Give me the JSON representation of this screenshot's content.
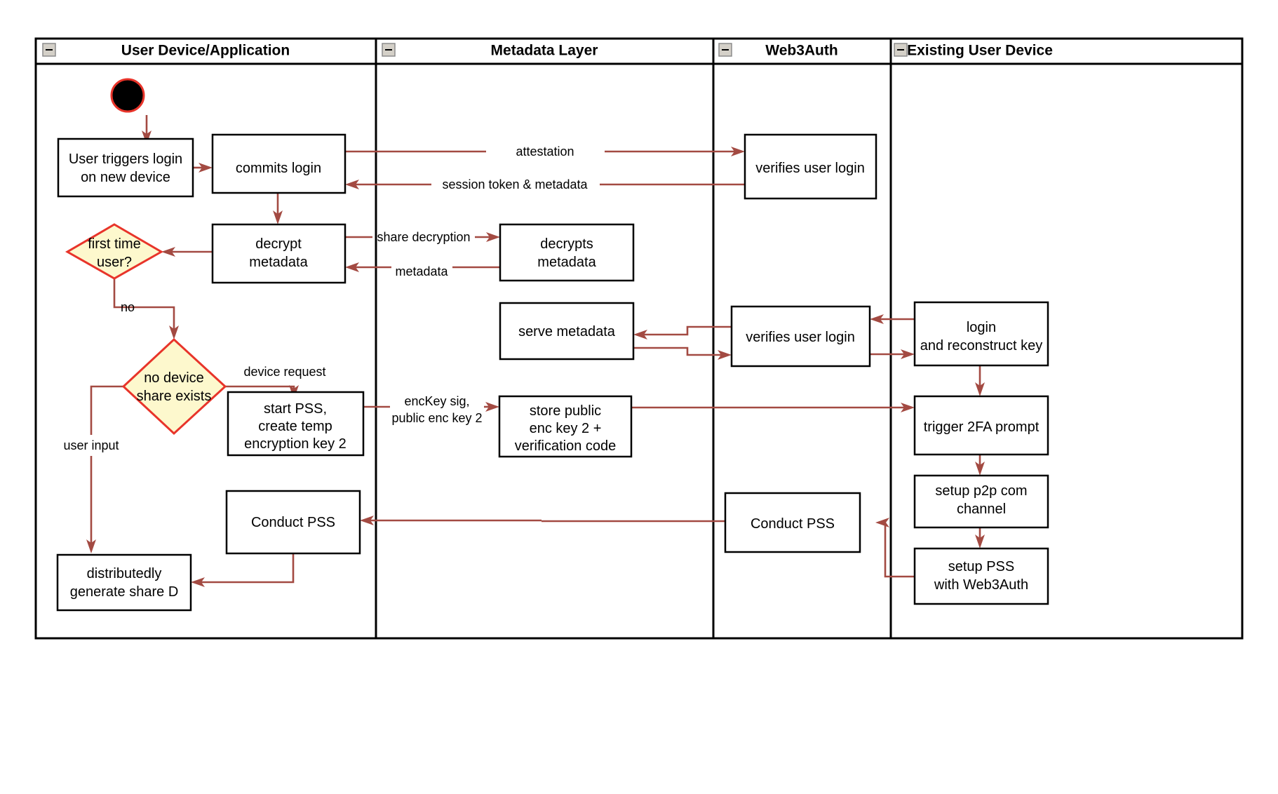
{
  "diagram": {
    "type": "uml-activity-swimlane",
    "title": "Web3Auth new-device login and share regeneration flow",
    "colors": {
      "edge": "#a34a42",
      "decision_fill": "#fdf8cd",
      "decision_stroke": "#e8342a",
      "node_stroke": "#000000",
      "node_fill": "#ffffff",
      "start_node_fill": "#000000",
      "start_node_stroke": "#e8342a",
      "lane_stroke": "#000000",
      "collapse_icon_fill": "#d4d0c8"
    },
    "lanes": [
      {
        "id": "lane-user-device",
        "label": "User Device/Application",
        "collapse_icon": "collapse-minus-icon"
      },
      {
        "id": "lane-metadata",
        "label": "Metadata Layer",
        "collapse_icon": "collapse-minus-icon"
      },
      {
        "id": "lane-web3auth",
        "label": "Web3Auth",
        "collapse_icon": "collapse-minus-icon"
      },
      {
        "id": "lane-existing-device",
        "label": "Existing User Device",
        "collapse_icon": "collapse-minus-icon"
      }
    ],
    "nodes": [
      {
        "id": "start",
        "shape": "initial-node",
        "lane": "lane-user-device",
        "label": ""
      },
      {
        "id": "user-triggers-login",
        "shape": "action",
        "lane": "lane-user-device",
        "lines": [
          "User triggers login",
          "on new device"
        ]
      },
      {
        "id": "commits-login",
        "shape": "action",
        "lane": "lane-user-device",
        "lines": [
          "commits login"
        ]
      },
      {
        "id": "decrypt-metadata",
        "shape": "action",
        "lane": "lane-user-device",
        "lines": [
          "decrypt",
          "metadata"
        ]
      },
      {
        "id": "first-time-user",
        "shape": "decision",
        "lane": "lane-user-device",
        "lines": [
          "first time",
          "user?"
        ]
      },
      {
        "id": "no-device-share-exists",
        "shape": "decision",
        "lane": "lane-user-device",
        "lines": [
          "no device",
          "share exists"
        ]
      },
      {
        "id": "start-pss-create-temp-key",
        "shape": "action",
        "lane": "lane-user-device",
        "lines": [
          "start PSS,",
          "create temp",
          "encryption key 2"
        ]
      },
      {
        "id": "conduct-pss-user",
        "shape": "action",
        "lane": "lane-user-device",
        "lines": [
          "Conduct PSS"
        ]
      },
      {
        "id": "distributedly-generate-share-d",
        "shape": "action",
        "lane": "lane-user-device",
        "lines": [
          "distributedly",
          "generate share D"
        ]
      },
      {
        "id": "decrypts-metadata",
        "shape": "action",
        "lane": "lane-metadata",
        "lines": [
          "decrypts",
          "metadata"
        ]
      },
      {
        "id": "serve-metadata",
        "shape": "action",
        "lane": "lane-metadata",
        "lines": [
          "serve metadata"
        ]
      },
      {
        "id": "store-public-enc-key-2",
        "shape": "action",
        "lane": "lane-metadata",
        "lines": [
          "store public",
          "enc key 2 +",
          "verification code"
        ]
      },
      {
        "id": "verifies-user-login-top",
        "shape": "action",
        "lane": "lane-web3auth",
        "lines": [
          "verifies user login"
        ]
      },
      {
        "id": "verifies-user-login-mid",
        "shape": "action",
        "lane": "lane-web3auth",
        "lines": [
          "verifies user login"
        ]
      },
      {
        "id": "conduct-pss-web3auth",
        "shape": "action",
        "lane": "lane-web3auth",
        "lines": [
          "Conduct PSS"
        ]
      },
      {
        "id": "login-and-reconstruct-key",
        "shape": "action",
        "lane": "lane-existing-device",
        "lines": [
          "login",
          "and reconstruct key"
        ]
      },
      {
        "id": "trigger-2fa-prompt",
        "shape": "action",
        "lane": "lane-existing-device",
        "lines": [
          "trigger 2FA prompt"
        ]
      },
      {
        "id": "setup-p2p-com-channel",
        "shape": "action",
        "lane": "lane-existing-device",
        "lines": [
          "setup p2p com",
          "channel"
        ]
      },
      {
        "id": "setup-pss-with-web3auth",
        "shape": "action",
        "lane": "lane-existing-device",
        "lines": [
          "setup PSS",
          "with Web3Auth"
        ]
      }
    ],
    "edges": [
      {
        "id": "edge-start-to-user-triggers",
        "from": "start",
        "to": "user-triggers-login",
        "label": ""
      },
      {
        "id": "edge-user-triggers-to-commits",
        "from": "user-triggers-login",
        "to": "commits-login",
        "label": ""
      },
      {
        "id": "edge-commits-to-web3auth",
        "from": "commits-login",
        "to": "verifies-user-login-top",
        "label": "attestation"
      },
      {
        "id": "edge-web3auth-to-commits",
        "from": "verifies-user-login-top",
        "to": "commits-login",
        "label": "session token & metadata"
      },
      {
        "id": "edge-commits-to-decrypt",
        "from": "commits-login",
        "to": "decrypt-metadata",
        "label": ""
      },
      {
        "id": "edge-decrypt-to-decrypts",
        "from": "decrypt-metadata",
        "to": "decrypts-metadata",
        "label": "share decryption"
      },
      {
        "id": "edge-decrypts-to-decrypt",
        "from": "decrypts-metadata",
        "to": "decrypt-metadata",
        "label": "metadata"
      },
      {
        "id": "edge-decrypt-to-firsttime",
        "from": "decrypt-metadata",
        "to": "first-time-user",
        "label": ""
      },
      {
        "id": "edge-firsttime-to-nodevice",
        "from": "first-time-user",
        "to": "no-device-share-exists",
        "label": "no"
      },
      {
        "id": "edge-nodevice-to-startpss",
        "from": "no-device-share-exists",
        "to": "start-pss-create-temp-key",
        "label": "device request"
      },
      {
        "id": "edge-nodevice-to-generate-share",
        "from": "no-device-share-exists",
        "to": "distributedly-generate-share-d",
        "label": "user input"
      },
      {
        "id": "edge-startpss-to-store",
        "from": "start-pss-create-temp-key",
        "to": "store-public-enc-key-2",
        "label": "encKey sig,\npublic enc key 2"
      },
      {
        "id": "edge-store-to-trigger2fa",
        "from": "store-public-enc-key-2",
        "to": "trigger-2fa-prompt",
        "label": ""
      },
      {
        "id": "edge-existing-to-verifies-mid",
        "from": "login-and-reconstruct-key",
        "to": "verifies-user-login-mid",
        "label": ""
      },
      {
        "id": "edge-verifies-mid-to-serve",
        "from": "verifies-user-login-mid",
        "to": "serve-metadata",
        "label": ""
      },
      {
        "id": "edge-serve-to-verifies-mid",
        "from": "serve-metadata",
        "to": "verifies-user-login-mid",
        "label": ""
      },
      {
        "id": "edge-verifies-mid-to-existing",
        "from": "verifies-user-login-mid",
        "to": "login-and-reconstruct-key",
        "label": ""
      },
      {
        "id": "edge-login-to-trigger2fa",
        "from": "login-and-reconstruct-key",
        "to": "trigger-2fa-prompt",
        "label": ""
      },
      {
        "id": "edge-trigger2fa-to-p2p",
        "from": "trigger-2fa-prompt",
        "to": "setup-p2p-com-channel",
        "label": ""
      },
      {
        "id": "edge-p2p-to-setuppss",
        "from": "setup-p2p-com-channel",
        "to": "setup-pss-with-web3auth",
        "label": ""
      },
      {
        "id": "edge-setuppss-to-conduct-web3auth",
        "from": "setup-pss-with-web3auth",
        "to": "conduct-pss-web3auth",
        "label": ""
      },
      {
        "id": "edge-conduct-web3auth-to-conduct-user",
        "from": "conduct-pss-web3auth",
        "to": "conduct-pss-user",
        "label": ""
      },
      {
        "id": "edge-conduct-user-to-generate-share",
        "from": "conduct-pss-user",
        "to": "distributedly-generate-share-d",
        "label": ""
      }
    ],
    "edge_labels": {
      "attestation": "attestation",
      "session_token_metadata": "session token & metadata",
      "share_decryption": "share decryption",
      "metadata": "metadata",
      "no": "no",
      "device_request": "device request",
      "user_input": "user input",
      "enckey_sig_line1": "encKey sig,",
      "enckey_sig_line2": "public enc key 2"
    }
  }
}
